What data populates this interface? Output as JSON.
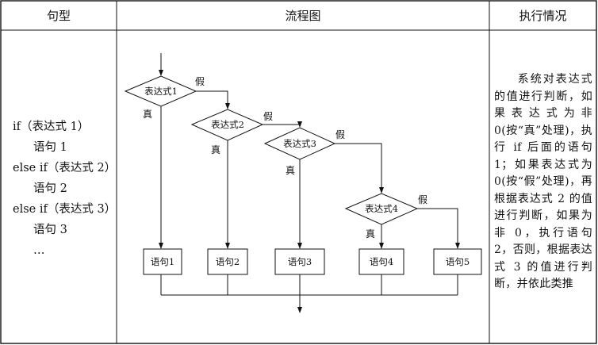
{
  "headers": {
    "syntax": "句型",
    "flowchart": "流程图",
    "execution": "执行情况"
  },
  "syntax_lines": [
    "if（表达式 1）",
    "语句 1",
    "else if（表达式 2）",
    "语句 2",
    "else if（表达式 3）",
    "语句 3",
    "…"
  ],
  "flowchart": {
    "conditions": [
      "表达式1",
      "表达式2",
      "表达式3",
      "表达式4"
    ],
    "true_label": "真",
    "false_label": "假",
    "statements": [
      "语句1",
      "语句2",
      "语句3",
      "语句4",
      "语句5"
    ]
  },
  "description": "系统对表达式的值进行判断，如果表达式为非0(按“真”处理)，执行 if 后面的语句 1；如果表达式为 0(按“假”处理)，再根据表达式 2 的值进行判断，如果为非 0，执行语句 2，否则，根据表达式 3 的值进行判断，并依此类推"
}
